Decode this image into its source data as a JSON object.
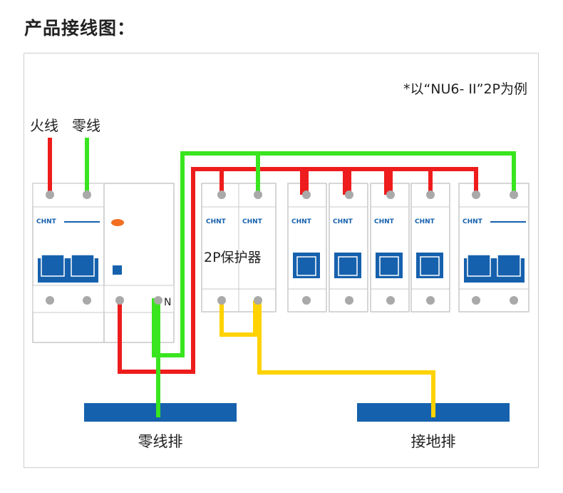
{
  "heading": "产品接线图：",
  "note": "*以“NU6- II”2P为例",
  "wire_labels": {
    "live": "火线",
    "neutral": "零线"
  },
  "protector_label": "2P保护器",
  "neutral_terminal": "N",
  "brand": "CHNT",
  "bus_labels": {
    "neutral_bar": "零线排",
    "ground_bar": "接地排"
  },
  "colors": {
    "live": "#ee1c1c",
    "neutral": "#39e51e",
    "ground": "#ffd200",
    "blue": "#1661ad",
    "device": "#d9d9d9"
  }
}
